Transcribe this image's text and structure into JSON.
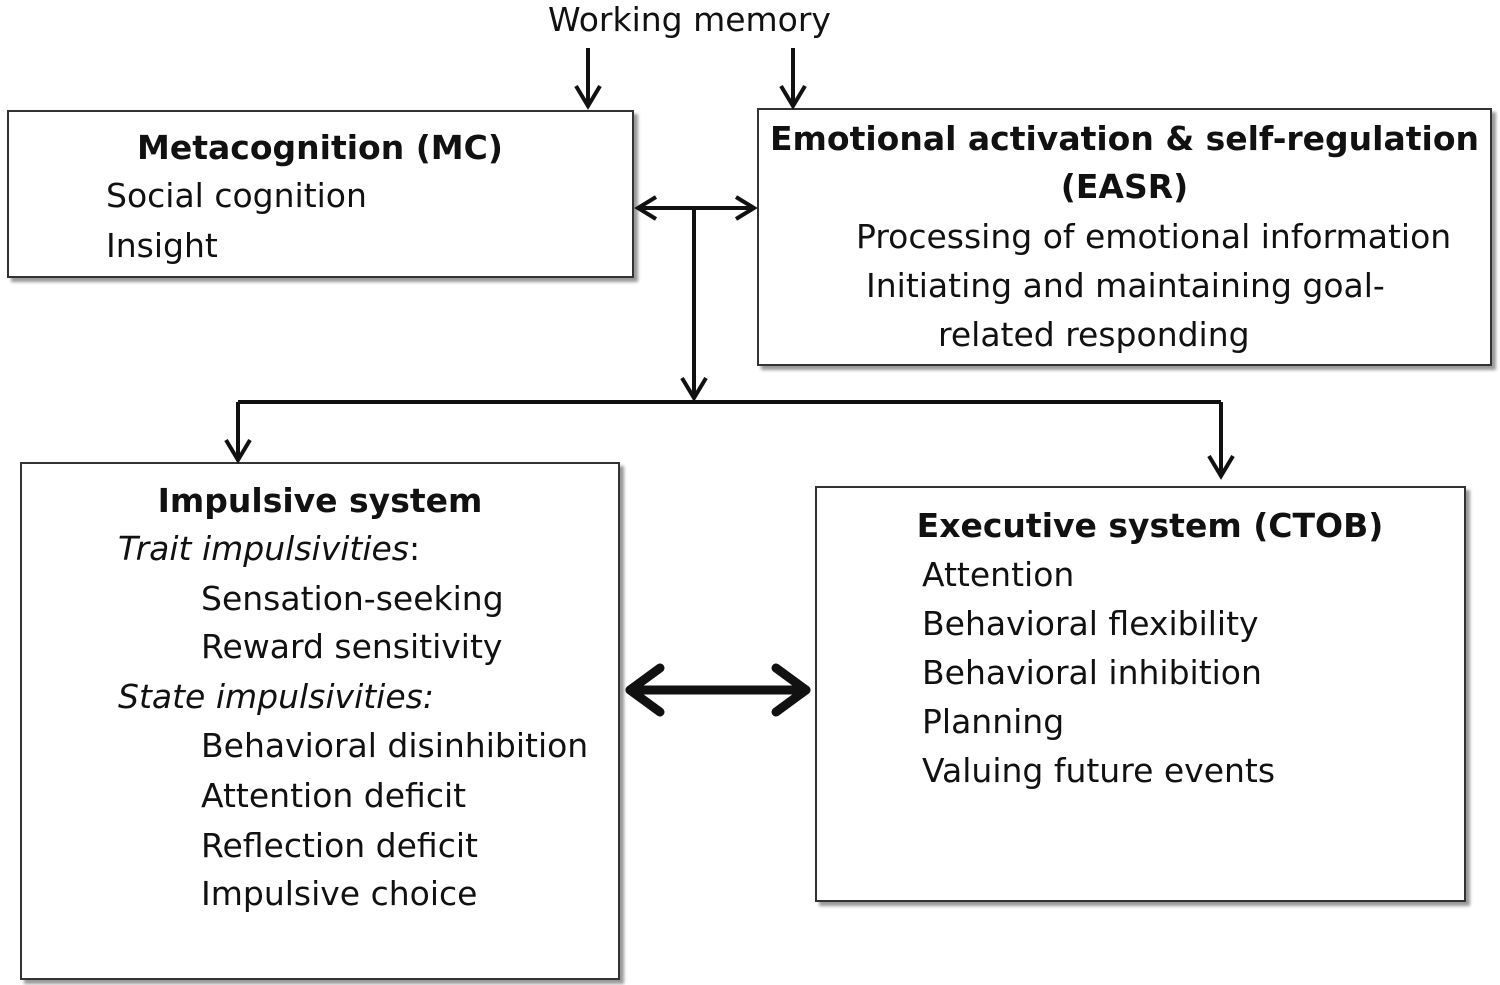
{
  "top_label": "Working memory",
  "mc": {
    "title": "Metacognition (MC)",
    "items": [
      "Social cognition",
      "Insight"
    ]
  },
  "easr": {
    "title_line1": "Emotional activation & self-regulation",
    "title_line2": "(EASR)",
    "items": [
      "Processing of emotional information",
      "Initiating and maintaining goal-",
      "related responding"
    ]
  },
  "impulsive": {
    "title": "Impulsive system",
    "trait_label": "Trait impulsivities",
    "trait_colon": ":",
    "trait_items": [
      "Sensation-seeking",
      "Reward sensitivity"
    ],
    "state_label": "State impulsivities:",
    "state_items": [
      "Behavioral disinhibition",
      "Attention deficit",
      "Reflection deficit",
      "Impulsive choice"
    ]
  },
  "executive": {
    "title": "Executive system (CTOB)",
    "items": [
      "Attention",
      "Behavioral flexibility",
      "Behavioral inhibition",
      "Planning",
      "Valuing future events"
    ]
  },
  "colors": {
    "stroke": "#111111",
    "border": "#333333",
    "shadow": "#9a9a9a"
  }
}
